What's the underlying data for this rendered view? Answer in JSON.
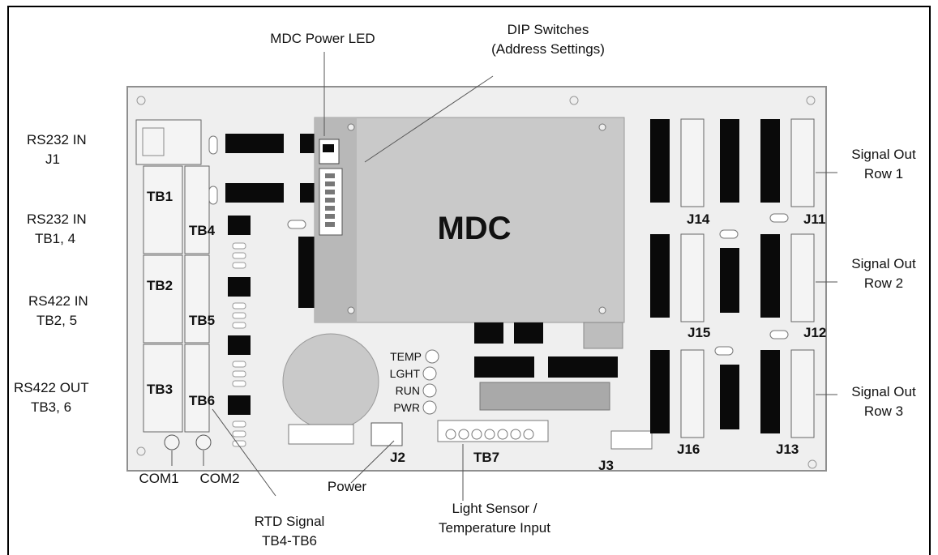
{
  "colors": {
    "board": "#efefef",
    "board_edge": "#8f8f8f",
    "module": "#c9c9c9",
    "chip": "#0a0a0a",
    "connector": "#f4f4f4",
    "leader": "#555555"
  },
  "board": {
    "module_label": "MDC",
    "connectors": {
      "tb1": "TB1",
      "tb2": "TB2",
      "tb3": "TB3",
      "tb4": "TB4",
      "tb5": "TB5",
      "tb6": "TB6",
      "tb7": "TB7",
      "j2": "J2",
      "j3": "J3",
      "j11": "J11",
      "j12": "J12",
      "j13": "J13",
      "j14": "J14",
      "j15": "J15",
      "j16": "J16"
    },
    "leds": [
      "TEMP",
      "LGHT",
      "RUN",
      "PWR"
    ]
  },
  "callouts": {
    "mdc_power_led": "MDC Power LED",
    "dip_line1": "DIP Switches",
    "dip_line2": "(Address Settings)",
    "rs232_j1_line1": "RS232 IN",
    "rs232_j1_line2": "J1",
    "rs232_tb_line1": "RS232 IN",
    "rs232_tb_line2": "TB1, 4",
    "rs422_in_line1": "RS422 IN",
    "rs422_in_line2": "TB2, 5",
    "rs422_out_line1": "RS422 OUT",
    "rs422_out_line2": "TB3, 6",
    "com1": "COM1",
    "com2": "COM2",
    "power": "Power",
    "rtd_line1": "RTD Signal",
    "rtd_line2": "TB4-TB6",
    "light_line1": "Light Sensor /",
    "light_line2": "Temperature Input",
    "sig1_line1": "Signal Out",
    "sig1_line2": "Row 1",
    "sig2_line1": "Signal Out",
    "sig2_line2": "Row 2",
    "sig3_line1": "Signal Out",
    "sig3_line2": "Row 3"
  }
}
